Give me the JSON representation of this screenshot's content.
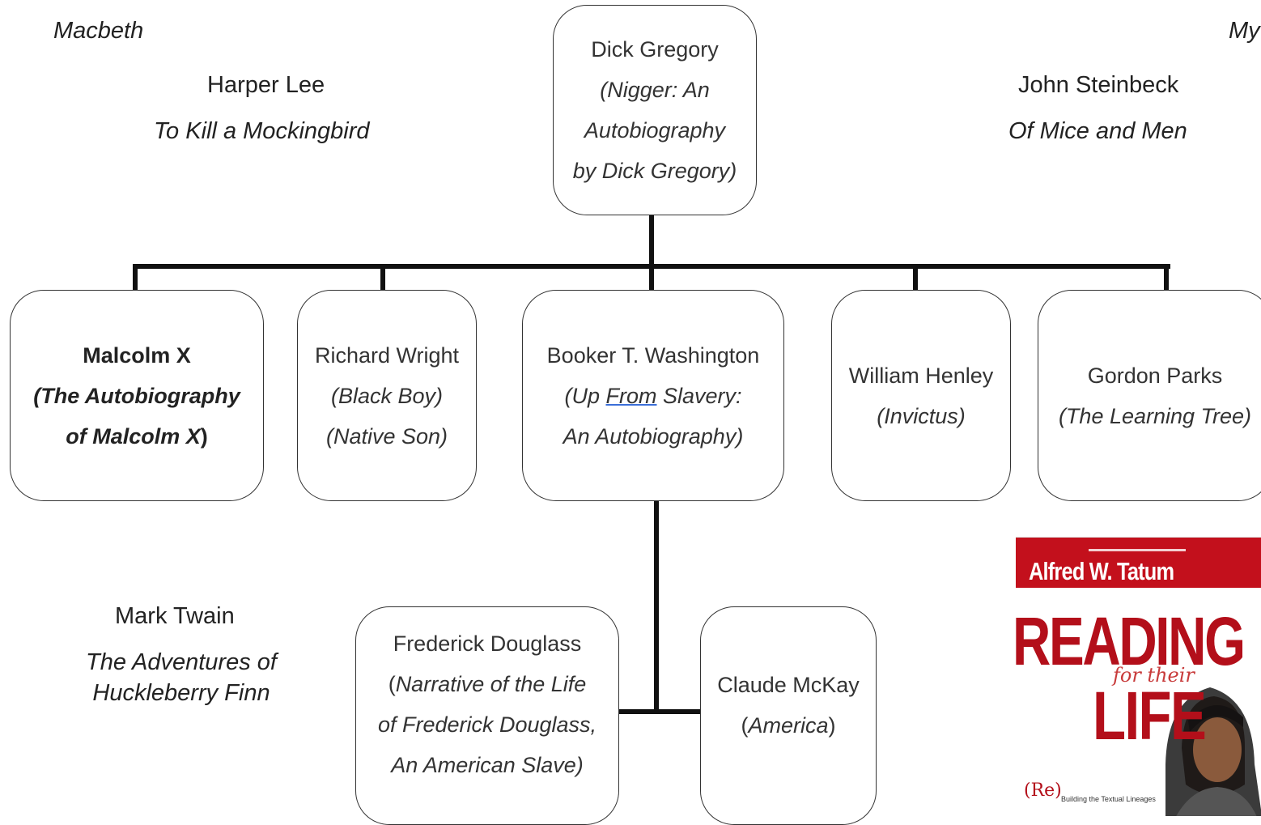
{
  "side_text": {
    "macbeth": "Macbeth",
    "my_cut": "My",
    "harper_lee": "Harper Lee",
    "mockingbird": "To Kill a Mockingbird",
    "steinbeck": "John Steinbeck",
    "mice_men": "Of Mice and Men",
    "twain": "Mark Twain",
    "huck_1": "The Adventures of",
    "huck_2": "Huckleberry Finn"
  },
  "root": {
    "name": "Dick Gregory",
    "work_1": "(Nigger: An",
    "work_2": "Autobiography",
    "work_3": "by Dick Gregory)"
  },
  "level2": {
    "malcolm": {
      "name": "Malcolm X",
      "work_1": "(The Autobiography",
      "work_2a": "of Malcolm ",
      "work_2b": "X",
      "work_2c": ")"
    },
    "wright": {
      "name": "Richard Wright",
      "work_1": "(Black Boy)",
      "work_2": "(Native Son)"
    },
    "washington": {
      "name": "Booker T. Washington",
      "w1a": "(Up ",
      "w1b": "From",
      "w1c": " Slavery:",
      "work_2": "An Autobiography)"
    },
    "henley": {
      "name": "William Henley",
      "work_1": "(Invictus)"
    },
    "parks": {
      "name": "Gordon Parks",
      "work_1": "(The Learning Tree)"
    }
  },
  "level3": {
    "douglass": {
      "name": "Frederick Douglass",
      "p1": "(",
      "w1": "Narrative of the Life",
      "work_2": "of Frederick Douglass,",
      "work_3": "An American Slave)"
    },
    "mckay": {
      "name": "Claude McKay",
      "p1": "(",
      "w1": "America",
      "p2": ")"
    }
  },
  "cover": {
    "author": "Alfred W. Tatum",
    "title_1": "READING",
    "subtitle": "for their",
    "title_2": "LIFE",
    "tag": "(Re)",
    "tagline": "Building the Textual Lineages"
  },
  "colors": {
    "connector": "#111111",
    "cover_red": "#c3101c",
    "text": "#222222"
  }
}
